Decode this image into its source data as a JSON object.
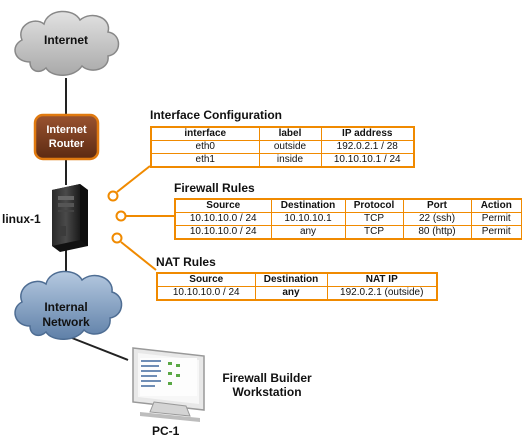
{
  "nodes": {
    "internet": "Internet",
    "router": "Internet Router",
    "firewall": "linux-1",
    "internal": "Internal Network",
    "workstation_caption": "Firewall Builder Workstation",
    "pc": "PC-1"
  },
  "interface_config": {
    "title": "Interface Configuration",
    "headers": [
      "interface",
      "label",
      "IP address"
    ],
    "rows": [
      [
        "eth0",
        "outside",
        "192.0.2.1 / 28"
      ],
      [
        "eth1",
        "inside",
        "10.10.10.1 / 24"
      ]
    ]
  },
  "firewall_rules": {
    "title": "Firewall Rules",
    "headers": [
      "Source",
      "Destination",
      "Protocol",
      "Port",
      "Action"
    ],
    "rows": [
      [
        "10.10.10.0 / 24",
        "10.10.10.1",
        "TCP",
        "22 (ssh)",
        "Permit"
      ],
      [
        "10.10.10.0 / 24",
        "any",
        "TCP",
        "80 (http)",
        "Permit"
      ]
    ]
  },
  "nat_rules": {
    "title": "NAT Rules",
    "headers": [
      "Source",
      "Destination",
      "NAT IP"
    ],
    "rows": [
      [
        "10.10.10.0 / 24",
        "any",
        "192.0.2.1 (outside)"
      ]
    ]
  },
  "colors": {
    "accent": "#f08a00",
    "router": "#7a3a1c",
    "cloud_gray": "#c9c9c9",
    "cloud_blue": "#8fa9c7"
  }
}
